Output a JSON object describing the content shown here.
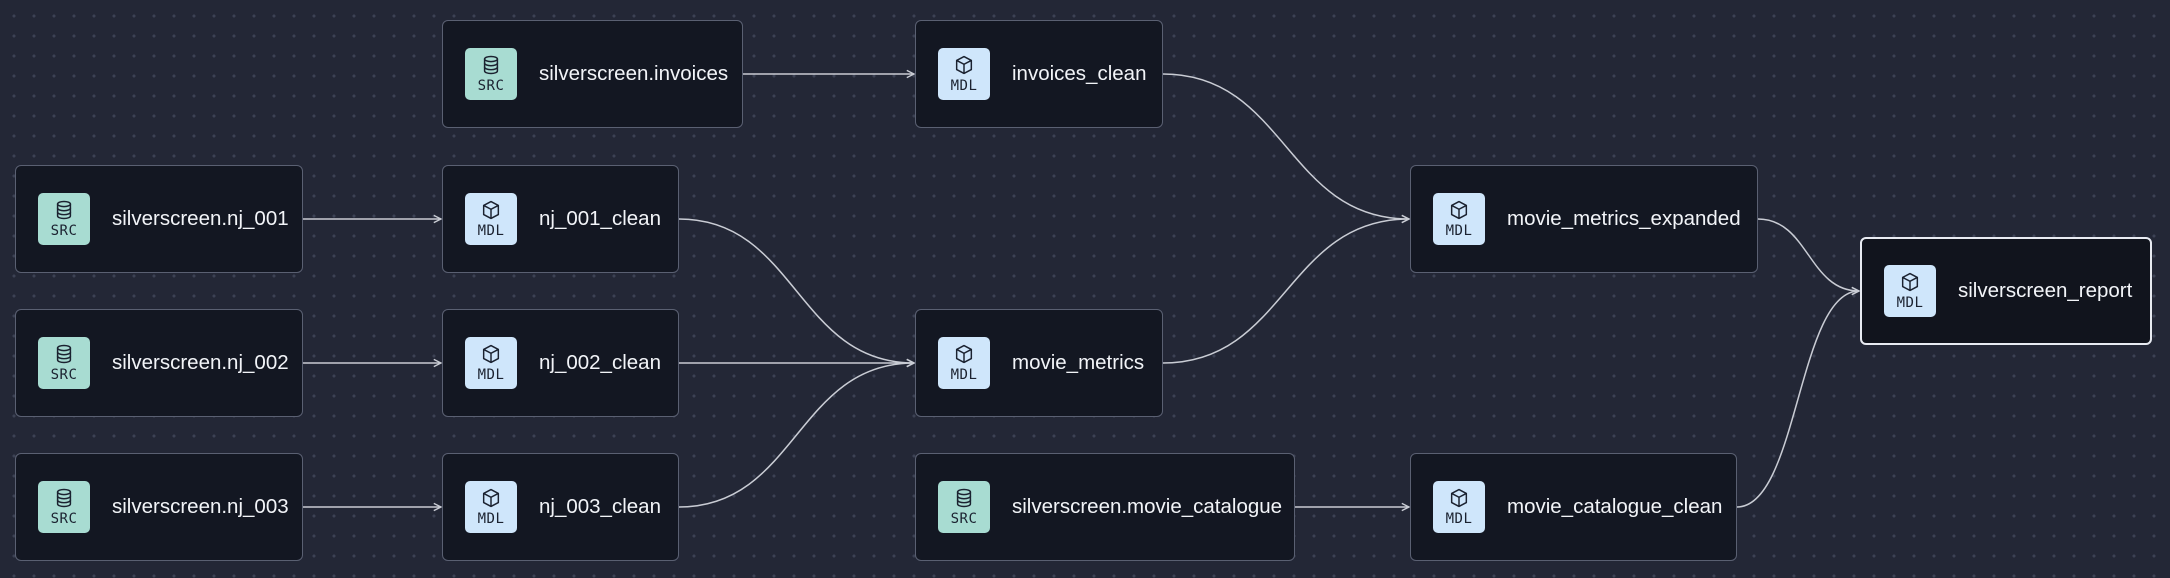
{
  "graph": {
    "nodes": [
      {
        "id": "invoices_src",
        "kind": "src",
        "tag": "SRC",
        "icon": "database-icon",
        "label": "silverscreen.invoices"
      },
      {
        "id": "invoices_clean",
        "kind": "mdl",
        "tag": "MDL",
        "icon": "cube-icon",
        "label": "invoices_clean"
      },
      {
        "id": "nj_001_src",
        "kind": "src",
        "tag": "SRC",
        "icon": "database-icon",
        "label": "silverscreen.nj_001"
      },
      {
        "id": "nj_001_clean",
        "kind": "mdl",
        "tag": "MDL",
        "icon": "cube-icon",
        "label": "nj_001_clean"
      },
      {
        "id": "movie_metrics_expanded",
        "kind": "mdl",
        "tag": "MDL",
        "icon": "cube-icon",
        "label": "movie_metrics_expanded"
      },
      {
        "id": "silverscreen_report",
        "kind": "mdl",
        "tag": "MDL",
        "icon": "cube-icon",
        "label": "silverscreen_report",
        "selected": true
      },
      {
        "id": "nj_002_src",
        "kind": "src",
        "tag": "SRC",
        "icon": "database-icon",
        "label": "silverscreen.nj_002"
      },
      {
        "id": "nj_002_clean",
        "kind": "mdl",
        "tag": "MDL",
        "icon": "cube-icon",
        "label": "nj_002_clean"
      },
      {
        "id": "movie_metrics",
        "kind": "mdl",
        "tag": "MDL",
        "icon": "cube-icon",
        "label": "movie_metrics"
      },
      {
        "id": "nj_003_src",
        "kind": "src",
        "tag": "SRC",
        "icon": "database-icon",
        "label": "silverscreen.nj_003"
      },
      {
        "id": "nj_003_clean",
        "kind": "mdl",
        "tag": "MDL",
        "icon": "cube-icon",
        "label": "nj_003_clean"
      },
      {
        "id": "movie_catalogue_src",
        "kind": "src",
        "tag": "SRC",
        "icon": "database-icon",
        "label": "silverscreen.movie_catalogue"
      },
      {
        "id": "movie_catalogue_clean",
        "kind": "mdl",
        "tag": "MDL",
        "icon": "cube-icon",
        "label": "movie_catalogue_clean"
      }
    ],
    "edges": [
      {
        "from": "invoices_src",
        "to": "invoices_clean"
      },
      {
        "from": "nj_001_src",
        "to": "nj_001_clean"
      },
      {
        "from": "nj_002_src",
        "to": "nj_002_clean"
      },
      {
        "from": "nj_003_src",
        "to": "nj_003_clean"
      },
      {
        "from": "nj_001_clean",
        "to": "movie_metrics"
      },
      {
        "from": "nj_002_clean",
        "to": "movie_metrics"
      },
      {
        "from": "nj_003_clean",
        "to": "movie_metrics"
      },
      {
        "from": "invoices_clean",
        "to": "movie_metrics_expanded"
      },
      {
        "from": "movie_metrics",
        "to": "movie_metrics_expanded"
      },
      {
        "from": "movie_catalogue_src",
        "to": "movie_catalogue_clean"
      },
      {
        "from": "movie_metrics_expanded",
        "to": "silverscreen_report"
      },
      {
        "from": "movie_catalogue_clean",
        "to": "silverscreen_report"
      }
    ]
  },
  "colors": {
    "canvas": "#232736",
    "node_fill": "#131722",
    "node_border": "#5a6072",
    "src_badge": "#a8dcd2",
    "mdl_badge": "#cfe6fb",
    "edge": "#c9ccd4"
  }
}
